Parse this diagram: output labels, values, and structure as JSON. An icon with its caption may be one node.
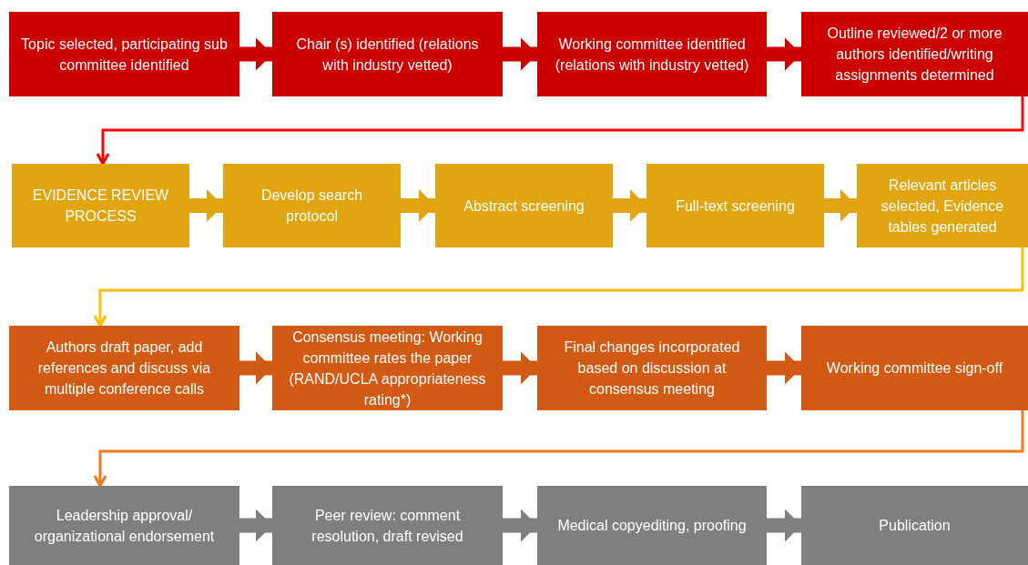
{
  "diagram": {
    "nodes": [
      {
        "text": [
          "Topic selected, participating sub committee identified"
        ]
      },
      {
        "text": [
          "Chair (s) identified (relations with industry vetted)"
        ]
      },
      {
        "text": [
          "Working committee identified (relations with industry vetted)"
        ]
      },
      {
        "text": [
          "Outline reviewed/2 or more authors identified/writing assignments determined"
        ]
      },
      {
        "text": [
          "EVIDENCE REVIEW PROCESS"
        ]
      },
      {
        "text": [
          "Develop search protocol"
        ]
      },
      {
        "text": [
          "Abstract screening"
        ]
      },
      {
        "text": [
          "Full-text screening"
        ]
      },
      {
        "text": [
          "Relevant articles selected, Evidence tables generated"
        ]
      },
      {
        "text": [
          "Authors draft paper, add references and discuss via multiple conference calls"
        ]
      },
      {
        "text": [
          "Consensus meeting: Working committee rates the paper (RAND/UCLA appropriateness rating*)"
        ]
      },
      {
        "text": [
          "Final changes incorporated based on discussion at consensus meeting"
        ]
      },
      {
        "text": [
          "Working committee sign-off"
        ]
      },
      {
        "text": [
          "Leadership approval/ organizational endorsement"
        ]
      },
      {
        "text": [
          "Peer review: comment resolution, draft revised"
        ]
      },
      {
        "text": [
          "Medical copyediting, proofing"
        ]
      },
      {
        "text": [
          "Publication"
        ]
      }
    ],
    "edges": [
      {
        "from": 0,
        "to": 1,
        "arrow": "to",
        "color": "#cc0000"
      },
      {
        "from": 1,
        "to": 2,
        "arrow": "to",
        "color": "#cc0000"
      },
      {
        "from": 2,
        "to": 3,
        "arrow": "to",
        "color": "#cc0000"
      },
      {
        "from": 3,
        "to": 4,
        "arrow": "to",
        "color": "#ff0000"
      },
      {
        "from": 4,
        "to": 5,
        "arrow": "to",
        "color": "#e0a511"
      },
      {
        "from": 5,
        "to": 6,
        "arrow": "to",
        "color": "#e0a511"
      },
      {
        "from": 6,
        "to": 7,
        "arrow": "to",
        "color": "#e0a511"
      },
      {
        "from": 7,
        "to": 8,
        "arrow": "to",
        "color": "#e0a511"
      },
      {
        "from": 8,
        "to": 9,
        "arrow": "to",
        "color": "#ffc000"
      },
      {
        "from": 9,
        "to": 10,
        "arrow": "to",
        "color": "#d35a14"
      },
      {
        "from": 10,
        "to": 11,
        "arrow": "to",
        "color": "#d35a14"
      },
      {
        "from": 11,
        "to": 12,
        "arrow": "to",
        "color": "#d35a14"
      },
      {
        "from": 12,
        "to": 13,
        "arrow": "to",
        "color": "#f07a1c"
      },
      {
        "from": 13,
        "to": 14,
        "arrow": "to",
        "color": "#7f7f7f"
      },
      {
        "from": 14,
        "to": 15,
        "arrow": "to",
        "color": "#7f7f7f"
      },
      {
        "from": 15,
        "to": 16,
        "arrow": "to",
        "color": "#7f7f7f"
      }
    ]
  }
}
